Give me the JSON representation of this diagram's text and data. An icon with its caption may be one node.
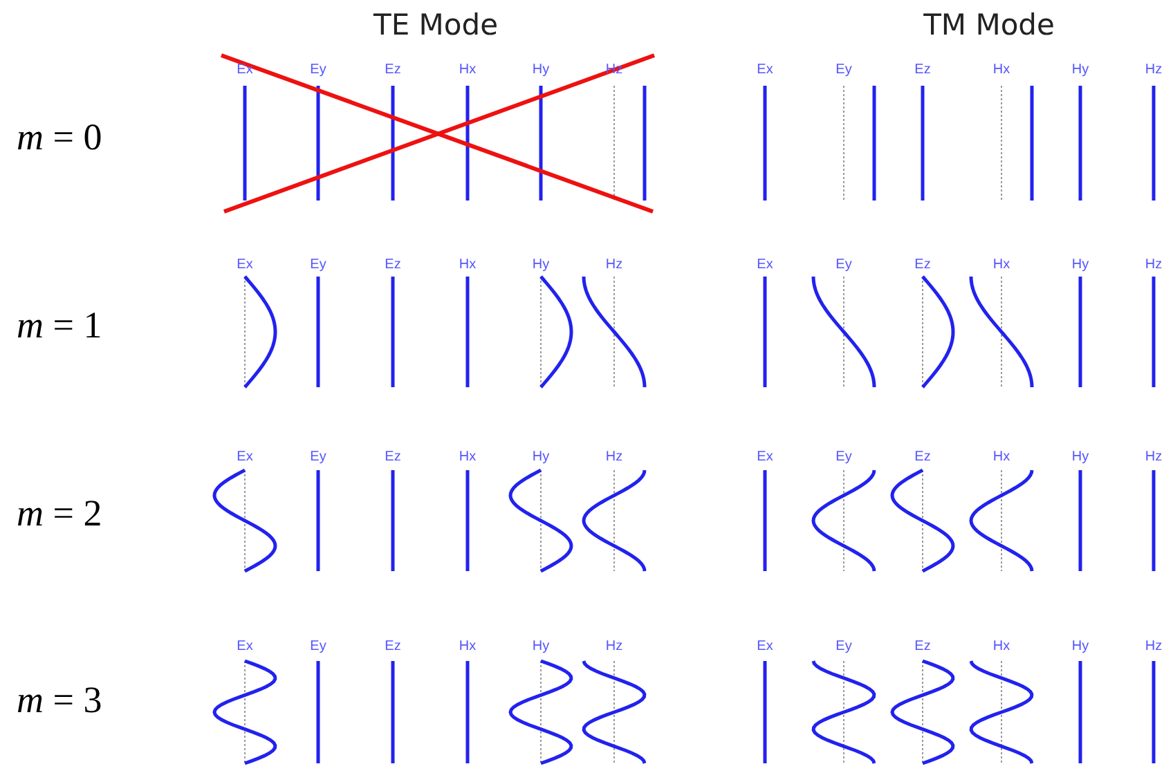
{
  "diagram": {
    "labels": [
      "TE Mode",
      "TM Mode",
      "*m* = 0",
      "Ex",
      "Ey",
      "Ez",
      "Hx",
      "Hy",
      "Hz",
      "Ex",
      "Ey",
      "Ez",
      "Hx",
      "Hy",
      "Hz",
      "*m* = 1",
      "Ex",
      "Ey",
      "Ez",
      "Hx",
      "Hy",
      "Hz",
      "Ex",
      "Ey",
      "Ez",
      "Hx",
      "Hy",
      "Hz",
      "*m* = 2",
      "Ex",
      "Ey",
      "Ez",
      "Hx",
      "Hy",
      "Hz",
      "Ex",
      "Ey",
      "Ez",
      "Hx",
      "Hy",
      "Hz",
      "*m* = 3",
      "Ex",
      "Ey",
      "Ez",
      "Hx",
      "Hy",
      "Hz",
      "Ex",
      "Ey",
      "Ez",
      "Hx",
      "Hy",
      "Hz"
    ]
  }
}
